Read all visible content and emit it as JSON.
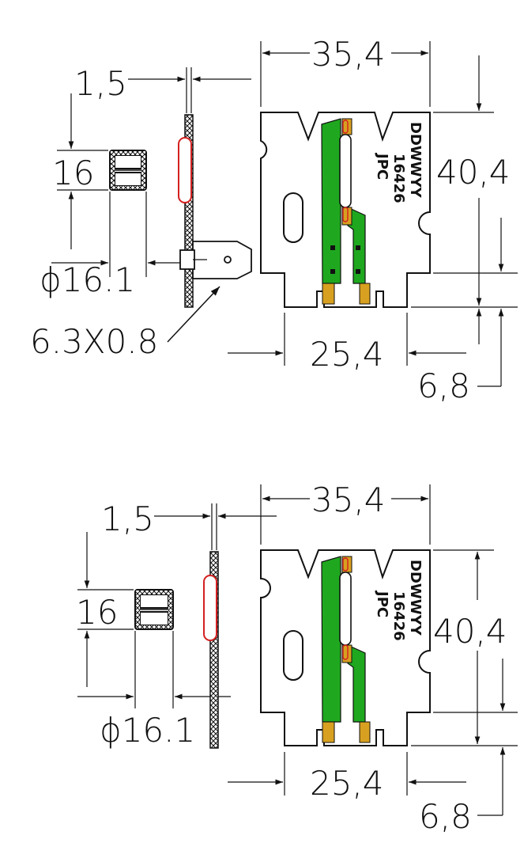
{
  "colors": {
    "line": "#111111",
    "pcb_green": "#1fa81f",
    "pad_gold": "#d7a020",
    "reed_red": "#d42020",
    "hatch": "#111111"
  },
  "views": [
    {
      "id": "with-terminal",
      "dims": {
        "thickness": "1,5",
        "height_small": "16",
        "diameter": "ϕ16.1",
        "terminal": "6.3X0.8",
        "width": "35,4",
        "height": "40,4",
        "pitch": "25,4",
        "offset": "6,8"
      },
      "marking": {
        "line1": "DDWWYY",
        "line2": "16426",
        "line3": "JPC"
      }
    },
    {
      "id": "without-terminal",
      "dims": {
        "thickness": "1,5",
        "height_small": "16",
        "diameter": "ϕ16.1",
        "width": "35,4",
        "height": "40,4",
        "pitch": "25,4",
        "offset": "6,8"
      },
      "marking": {
        "line1": "DDWWYY",
        "line2": "16426",
        "line3": "JPC"
      }
    }
  ]
}
